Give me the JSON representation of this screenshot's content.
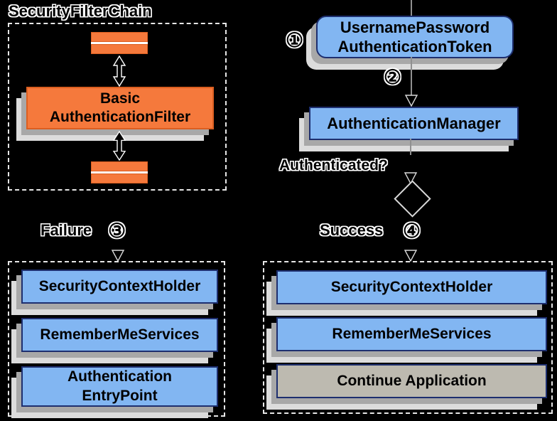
{
  "colors": {
    "background": "#000000",
    "box_blue": "#82B6F2",
    "box_orange": "#F5793C",
    "box_gray": "#BDBAB0",
    "border_navy": "#1E2F6F",
    "shadow_dark": "#A8A8A8",
    "shadow_light": "#DCDCDC"
  },
  "filter_chain": {
    "title": "SecurityFilterChain",
    "filter_label": "Basic\nAuthenticationFilter"
  },
  "flow": {
    "step1_badge": "①",
    "token_label": "UsernamePassword\nAuthenticationToken",
    "step2_badge": "②",
    "manager_label": "AuthenticationManager",
    "decision_label": "Authenticated?",
    "failure_label": "Failure",
    "step3_badge": "③",
    "success_label": "Success",
    "step4_badge": "④"
  },
  "failure_panel": {
    "items": [
      "SecurityContextHolder",
      "RememberMeServices",
      "Authentication\nEntryPoint"
    ]
  },
  "success_panel": {
    "items": [
      "SecurityContextHolder",
      "RememberMeServices",
      "Continue Application"
    ]
  }
}
